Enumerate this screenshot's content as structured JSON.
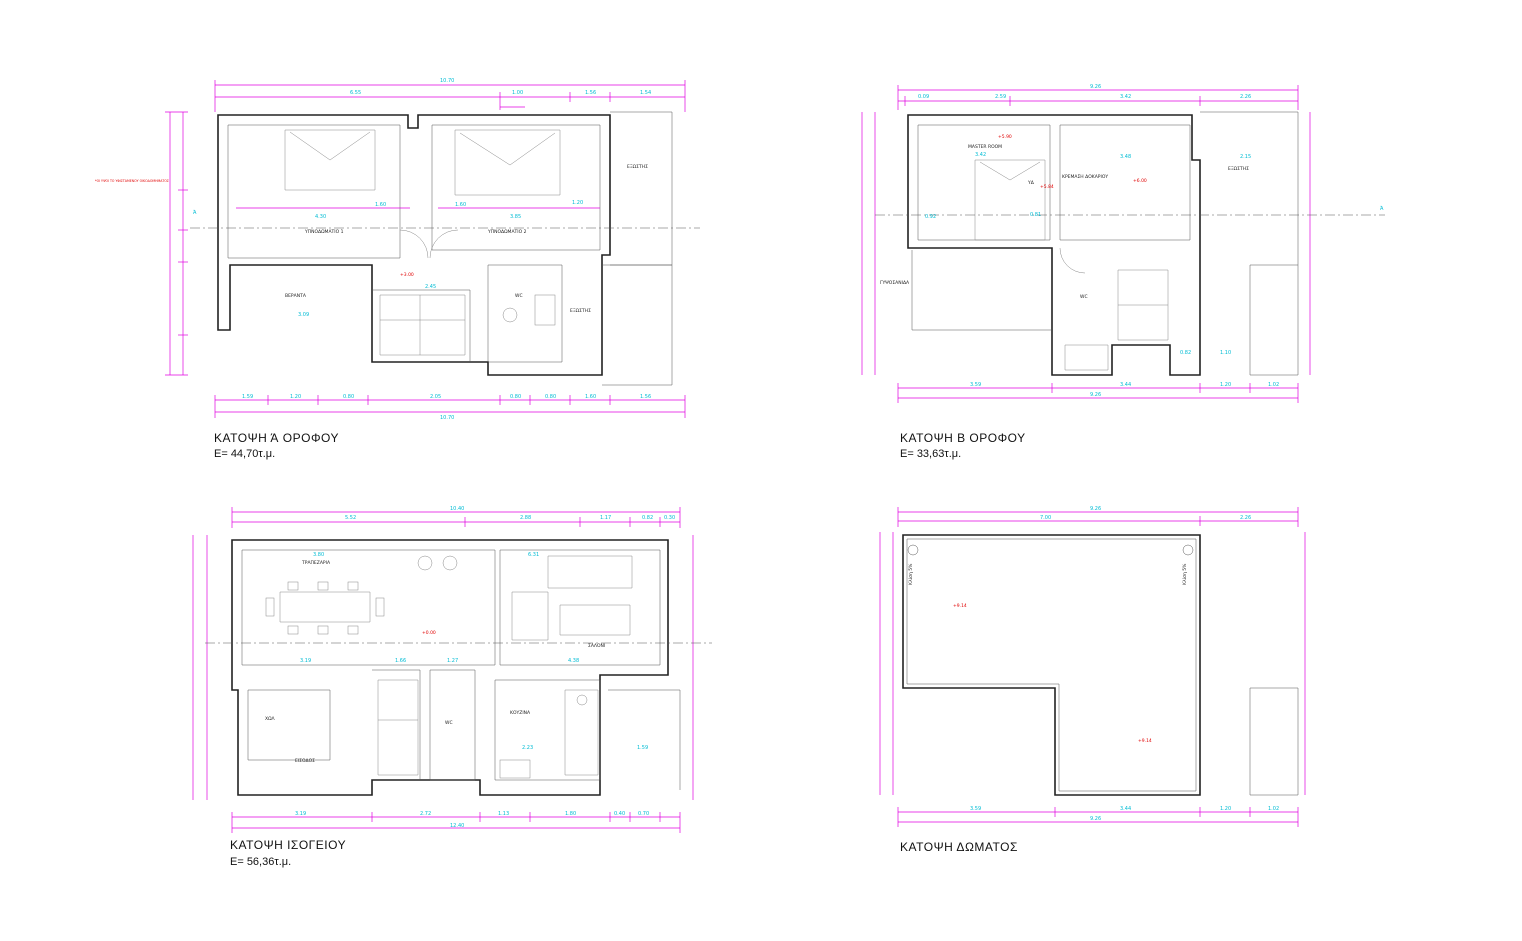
{
  "plans": [
    {
      "id": "first-floor",
      "title": "ΚΑΤΟΨΗ Ά ΟΡΟΦΟΥ",
      "area": "Ε= 44,70τ.μ.",
      "rooms": [
        "ΥΠΝΟΔΩΜΑΤΙΟ 1",
        "ΥΠΝΟΔΩΜΑΤΙΟ 2",
        "ΒΕΡΑΝΤΑ",
        "WC",
        "ΕΞΩΣΤΗΣ",
        "ΕΞΩΣΤΗΣ"
      ],
      "levels": [
        "+3.00"
      ],
      "dims_top": [
        "10.70",
        "6.55",
        "1.00",
        "1.56",
        "1.54"
      ],
      "dims_bottom": [
        "1.59",
        "1.20",
        "0.80",
        "2.05",
        "0.80",
        "0.80",
        "1.60",
        "1.56",
        "10.70"
      ],
      "dims_inner": [
        "4.30",
        "3.85",
        "1.60",
        "1.20",
        "1.60",
        "3.09",
        "2.45"
      ]
    },
    {
      "id": "second-floor",
      "title": "ΚΑΤΟΨΗ Β ΟΡΟΦΟΥ",
      "area": "Ε= 33,63τ.μ.",
      "rooms": [
        "MASTER ROOM",
        "ΥΔ",
        "ΚΡΕΜΑΣΗ ΔΟΚΑΡΙΟΥ",
        "ΕΞΩΣΤΗΣ",
        "WC",
        "ΓΥΨΟΣΑΝΙΔΑ"
      ],
      "levels": [
        "+5.90",
        "+5.84",
        "+6.00"
      ],
      "dims_top": [
        "9.26",
        "0.09",
        "2.59",
        "3.42",
        "2.26"
      ],
      "dims_bottom": [
        "3.59",
        "3.44",
        "1.20",
        "1.02",
        "9.26"
      ],
      "dims_inner": [
        "3.42",
        "3.48",
        "2.15",
        "0.92",
        "0.81",
        "0.82",
        "1.10"
      ]
    },
    {
      "id": "ground-floor",
      "title": "ΚΑΤΟΨΗ ΙΣΟΓΕΙΟΥ",
      "area": "Ε= 56,36τ.μ.",
      "rooms": [
        "ΤΡΑΠΕΖΑΡΙΑ",
        "ΣΑΛΟΝΙ",
        "ΧΩΛ",
        "WC",
        "ΚΟΥΖΙΝΑ",
        "ΕΙΣΟΔΟΣ"
      ],
      "levels": [
        "+0.00"
      ],
      "dims_top": [
        "10.40",
        "5.52",
        "2.88",
        "1.17",
        "0.82",
        "0.30"
      ],
      "dims_bottom": [
        "3.19",
        "2.72",
        "1.13",
        "1.80",
        "0.40",
        "0.70",
        "12.40"
      ],
      "dims_inner": [
        "3.80",
        "6.31",
        "3.19",
        "1.66",
        "1.27",
        "4.38",
        "2.23",
        "1.59"
      ]
    },
    {
      "id": "roof",
      "title": "ΚΑΤΟΨΗ ΔΩΜΑΤΟΣ",
      "area": "",
      "rooms": [
        "Κλίση 5%",
        "Κλίση 5%"
      ],
      "levels": [
        "+9.14",
        "+9.14"
      ],
      "dims_top": [
        "9.26",
        "7.00",
        "2.26"
      ],
      "dims_bottom": [
        "3.59",
        "3.44",
        "1.20",
        "1.02",
        "9.26"
      ],
      "dims_inner": []
    }
  ],
  "section_marks": [
    "Ά",
    "Ά"
  ],
  "note_text": "*ΟΙ ΥΨΟΙ ΤΟ ΥΦΙΣΤΑΜΕΝΟΥ ΟΙΚΟΔΟΜΗΜΑΤΟΣ",
  "colors": {
    "dimension_line": "#e000e0",
    "dimension_text": "#00bcd4",
    "wall": "#222222",
    "annotation": "#e00000"
  }
}
